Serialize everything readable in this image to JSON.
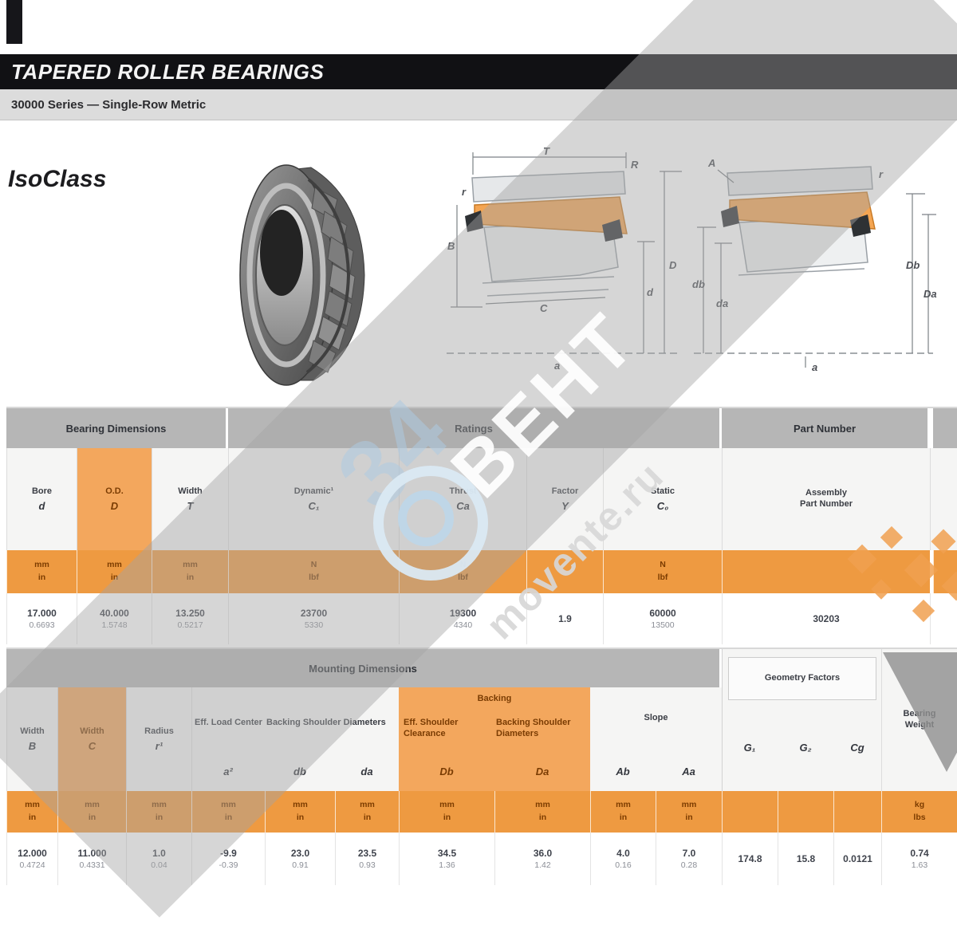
{
  "header": {
    "title": "TAPERED ROLLER BEARINGS",
    "subtitle": "30000 Series — Single-Row Metric"
  },
  "brand": {
    "logo": "IsoClass"
  },
  "watermark": {
    "word": "ВЕНТ",
    "site": "movente.ru",
    "digits": "34"
  },
  "diagram_a": {
    "labels": {
      "T": "T",
      "D": "D",
      "d": "d",
      "B": "B",
      "C": "C",
      "r": "r",
      "R": "R",
      "a": "a"
    }
  },
  "diagram_b": {
    "labels": {
      "A": "A",
      "a": "a",
      "db": "db",
      "da": "da",
      "Db": "Db",
      "Da": "Da",
      "r": "r"
    }
  },
  "t1": {
    "band": {
      "dim": "Bearing Dimensions",
      "ratings": "Ratings",
      "part": "Part Number"
    },
    "cols": [
      {
        "l1": "Bore",
        "sym": "d"
      },
      {
        "l1": "O.D.",
        "sym": "D"
      },
      {
        "l1": "Width",
        "sym": "T"
      },
      {
        "l1": "Dynamic¹",
        "sym": "C₁"
      },
      {
        "l1": "Thrust",
        "sym": "Ca"
      },
      {
        "l1": "Factor",
        "sym": "Y"
      },
      {
        "l1": "Static",
        "sym": "C₀"
      },
      {
        "l1": "Assembly",
        "l2": "Part Number"
      }
    ],
    "units": [
      {
        "a": "mm",
        "b": "in"
      },
      {
        "a": "mm",
        "b": "in"
      },
      {
        "a": "mm",
        "b": "in"
      },
      {
        "a": "N",
        "b": "lbf"
      },
      {
        "a": "N",
        "b": "lbf"
      },
      {
        "a": "",
        "b": ""
      },
      {
        "a": "N",
        "b": "lbf"
      },
      {
        "a": "",
        "b": ""
      }
    ],
    "row": [
      {
        "m": "17.000",
        "i": "0.6693"
      },
      {
        "m": "40.000",
        "i": "1.5748"
      },
      {
        "m": "13.250",
        "i": "0.5217"
      },
      {
        "m": "23700",
        "i": "5330"
      },
      {
        "m": "19300",
        "i": "4340"
      },
      {
        "m": "1.9",
        "i": ""
      },
      {
        "m": "60000",
        "i": "13500"
      },
      {
        "m": "30203",
        "i": ""
      }
    ]
  },
  "t2": {
    "band": {
      "mount": "Mounting Dimensions"
    },
    "groups": {
      "coneL": "Eff. Load Center",
      "coneR": "Backing Shoulder Diameters",
      "backing": "Backing",
      "backL": "Eff. Shoulder Clearance",
      "backR": "Backing Shoulder Diameters",
      "slope": "Slope",
      "geom": "Geometry Factors",
      "wt1": "Bearing",
      "wt2": "Weight"
    },
    "cols": [
      {
        "l1": "Width",
        "sym": "B"
      },
      {
        "l1": "Width",
        "sym": "C"
      },
      {
        "l1": "Radius",
        "sym": "r¹"
      },
      {
        "sym": "a²"
      },
      {
        "sym": "db"
      },
      {
        "sym": "da"
      },
      {
        "sym": "Db"
      },
      {
        "sym": "Da"
      },
      {
        "sym": "Ab"
      },
      {
        "sym": "Aa"
      },
      {
        "sym": "G₁"
      },
      {
        "sym": "G₂"
      },
      {
        "sym": "Cg"
      }
    ],
    "units": [
      {
        "a": "mm",
        "b": "in"
      },
      {
        "a": "mm",
        "b": "in"
      },
      {
        "a": "mm",
        "b": "in"
      },
      {
        "a": "mm",
        "b": "in"
      },
      {
        "a": "mm",
        "b": "in"
      },
      {
        "a": "mm",
        "b": "in"
      },
      {
        "a": "mm",
        "b": "in"
      },
      {
        "a": "mm",
        "b": "in"
      },
      {
        "a": "mm",
        "b": "in"
      },
      {
        "a": "mm",
        "b": "in"
      },
      {
        "a": "",
        "b": ""
      },
      {
        "a": "",
        "b": ""
      },
      {
        "a": "",
        "b": ""
      },
      {
        "a": "kg",
        "b": "lbs"
      }
    ],
    "row": [
      {
        "m": "12.000",
        "i": "0.4724"
      },
      {
        "m": "11.000",
        "i": "0.4331"
      },
      {
        "m": "1.0",
        "i": "0.04"
      },
      {
        "m": "-9.9",
        "i": "-0.39"
      },
      {
        "m": "23.0",
        "i": "0.91"
      },
      {
        "m": "23.5",
        "i": "0.93"
      },
      {
        "m": "34.5",
        "i": "1.36"
      },
      {
        "m": "36.0",
        "i": "1.42"
      },
      {
        "m": "4.0",
        "i": "0.16"
      },
      {
        "m": "7.0",
        "i": "0.28"
      },
      {
        "m": "174.8",
        "i": ""
      },
      {
        "m": "15.8",
        "i": ""
      },
      {
        "m": "0.0121",
        "i": ""
      },
      {
        "m": "0.74",
        "i": "1.63"
      }
    ]
  }
}
